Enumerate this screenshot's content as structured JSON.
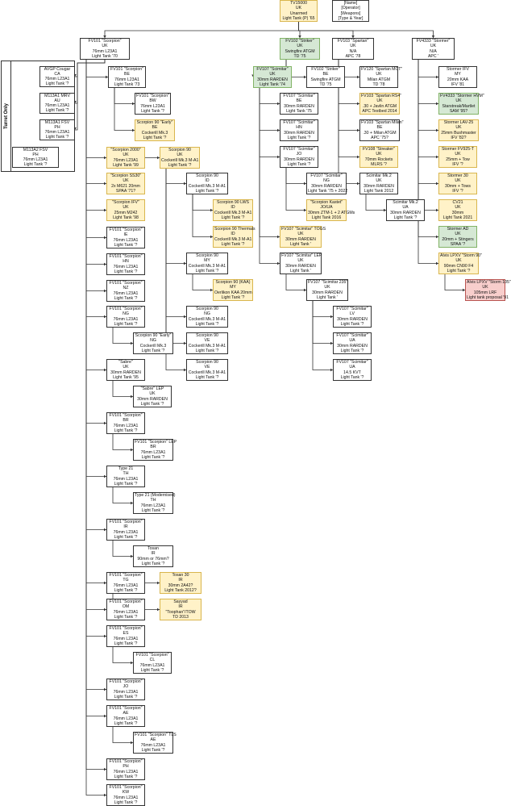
{
  "group_label": "Turret Only",
  "nodes": [
    {
      "id": "tv15000",
      "c": "y",
      "lines": [
        "TV15000",
        "UK",
        "Unarmed",
        "Light Tank (P) '65"
      ]
    },
    {
      "id": "legend",
      "c": "w",
      "lines": [
        "[Name]",
        "[Operator]",
        "[Weapons]",
        "[Type & Year]"
      ]
    },
    {
      "id": "fv101",
      "c": "w",
      "lines": [
        "FV101 \"Scorpion\"",
        "UK",
        "76mm L23A1",
        "Light Tank '70"
      ]
    },
    {
      "id": "fv102",
      "c": "g",
      "lines": [
        "FV102 \"Striker\"",
        "UK",
        "Swingfire ATGM",
        "TD '75"
      ]
    },
    {
      "id": "fv103",
      "c": "w",
      "lines": [
        "FV103 \"Spartan\"",
        "UK",
        "N/A",
        "APC '78"
      ]
    },
    {
      "id": "fv4333",
      "c": "w",
      "lines": [
        "FV4333 \"Stormer\"",
        "UK",
        "N/A",
        "APC '"
      ]
    },
    {
      "id": "avgp",
      "c": "w",
      "lines": [
        "AVGP Cougar",
        "CA",
        "76mm L23A1",
        "Light Tank '?"
      ]
    },
    {
      "id": "m113mrv",
      "c": "w",
      "lines": [
        "M113A1 MRV",
        "AU",
        "76mm L23A1",
        "Light Tank '?"
      ]
    },
    {
      "id": "m113fsv",
      "c": "w",
      "lines": [
        "M113A1 FSV",
        "PH",
        "76mm L23A1",
        "Light Tank '?"
      ]
    },
    {
      "id": "m113a2",
      "c": "w",
      "lines": [
        "M113A2 FSV",
        "PH",
        "76mm L23A1",
        "Light Tank '?"
      ]
    },
    {
      "id": "be73",
      "c": "w",
      "lines": [
        "FV101 \"Scorpion\"",
        "BE",
        "76mm L23A1",
        "Light Tank '73"
      ]
    },
    {
      "id": "bw",
      "c": "w",
      "lines": [
        "FV101 \"Scorpion\"",
        "BW",
        "76mm L23A1",
        "Light Tank '?"
      ]
    },
    {
      "id": "s90early_be",
      "c": "y",
      "lines": [
        "Scorpion 90 \"Early\"",
        "BE",
        "Cockerill Mk.3",
        "Light Tank '?"
      ]
    },
    {
      "id": "s2000",
      "c": "y",
      "lines": [
        "\"Scorpion 2000\"",
        "UK",
        "76mm L23A1",
        "Light Tank '99"
      ]
    },
    {
      "id": "s90uk",
      "c": "y",
      "lines": [
        "Scorpion 90",
        "UK",
        "Cockerill Mk.3 M-A1",
        "Light Tank '?"
      ]
    },
    {
      "id": "ss30",
      "c": "y",
      "lines": [
        "\"Scorpion SS30\"",
        "UK",
        "2x M621 20mm",
        "SPAA '71?"
      ]
    },
    {
      "id": "sifv",
      "c": "y",
      "lines": [
        "\"Scorpion IFV\"",
        "UK",
        "25mm M242",
        "Light Tank '98"
      ]
    },
    {
      "id": "ie",
      "c": "w",
      "lines": [
        "FV101 \"Scorpion\"",
        "IE",
        "76mm L23A1",
        "Light Tank '?"
      ]
    },
    {
      "id": "hn",
      "c": "w",
      "lines": [
        "FV101 \"Scorpion\"",
        "HN",
        "76mm L23A1",
        "Light Tank '?"
      ]
    },
    {
      "id": "nz",
      "c": "w",
      "lines": [
        "FV101 \"Scorpion\"",
        "NZ",
        "76mm L23A1",
        "Light Tank '?"
      ]
    },
    {
      "id": "ng",
      "c": "w",
      "lines": [
        "FV101 \"Scorpion\"",
        "NG",
        "76mm L23A1",
        "Light Tank '?"
      ]
    },
    {
      "id": "s90early_ng",
      "c": "w",
      "lines": [
        "Scorpion 90 \"Early\"",
        "NG",
        "Cockerill Mk.3",
        "Light Tank '?"
      ]
    },
    {
      "id": "sabre",
      "c": "w",
      "lines": [
        "\"Sabre\"",
        "UK",
        "30mm RARDEN",
        "Light Tank '95"
      ]
    },
    {
      "id": "sabrelep",
      "c": "w",
      "lines": [
        "\"Sabre\" LEP",
        "UK",
        "30mm RARDEN",
        "Light Tank '?"
      ]
    },
    {
      "id": "br",
      "c": "w",
      "lines": [
        "FV101 \"Scorpion\"",
        "BR",
        "76mm L23A1",
        "Light Tank '?"
      ]
    },
    {
      "id": "brlep",
      "c": "w",
      "lines": [
        "FV101 \"Scorpion\" LEP",
        "BR",
        "76mm L23A1",
        "Light Tank '?"
      ]
    },
    {
      "id": "type21",
      "c": "w",
      "lines": [
        "Type 21",
        "TH",
        "76mm L23A1",
        "Light Tank '?"
      ]
    },
    {
      "id": "type21m",
      "c": "w",
      "lines": [
        "Type 21 (Modernised)",
        "TH",
        "76mm L23A1",
        "Light Tank '?"
      ]
    },
    {
      "id": "ir",
      "c": "w",
      "lines": [
        "FV101 \"Scorpion\"",
        "IR",
        "76mm L23A1",
        "Light Tank '?"
      ]
    },
    {
      "id": "tosan",
      "c": "w",
      "lines": [
        "Tosan",
        "IR",
        "90mm or 76mm?",
        "Light Tank '?"
      ]
    },
    {
      "id": "tg",
      "c": "w",
      "lines": [
        "FV101 \"Scorpion\"",
        "TG",
        "76mm L23A1",
        "Light Tank '?"
      ]
    },
    {
      "id": "tosan30",
      "c": "y",
      "lines": [
        "Tosan 30",
        "IR",
        "30mm 2A42?",
        "Light Tank 2012?"
      ]
    },
    {
      "id": "sayyad",
      "c": "y",
      "lines": [
        "Sayyad",
        "IR",
        "\"Toophan\"/TOW",
        "TD 2013"
      ]
    },
    {
      "id": "om",
      "c": "w",
      "lines": [
        "FV101 \"Scorpion\"",
        "OM",
        "76mm L23A1",
        "Light Tank '?"
      ]
    },
    {
      "id": "es",
      "c": "w",
      "lines": [
        "FV101 \"Scorpion\"",
        "ES",
        "76mm L23A1",
        "Light Tank '?"
      ]
    },
    {
      "id": "cl",
      "c": "w",
      "lines": [
        "FV101 \"Scorpion\"",
        "CL",
        "76mm L23A1",
        "Light Tank '?"
      ]
    },
    {
      "id": "jo",
      "c": "w",
      "lines": [
        "FV101 \"Scorpion\"",
        "JO",
        "76mm L23A1",
        "Light Tank '?"
      ]
    },
    {
      "id": "ae",
      "c": "w",
      "lines": [
        "FV101 \"Scorpion\"",
        "AE",
        "76mm L23A1",
        "Light Tank '?"
      ]
    },
    {
      "id": "aetls",
      "c": "w",
      "lines": [
        "FV101 \"Scorpion\" TLS",
        "AE",
        "76mm L23A1",
        "Light Tank '?"
      ]
    },
    {
      "id": "ph",
      "c": "w",
      "lines": [
        "FV101 \"Scorpion\"",
        "PH",
        "76mm L23A1",
        "Light Tank '?"
      ]
    },
    {
      "id": "kw",
      "c": "w",
      "lines": [
        "FV101 \"Scorpion\"",
        "KW",
        "76mm L23A1",
        "Light Tank '?"
      ]
    },
    {
      "id": "s90id",
      "c": "w",
      "lines": [
        "Scorpion 90",
        "ID",
        "Cockerill Mk.3 M-A1",
        "Light Tank '?"
      ]
    },
    {
      "id": "s90lws",
      "c": "y",
      "lines": [
        "Scorpion 90 LWS",
        "ID",
        "Cockerill Mk.3 M-A1",
        "Light Tank '?"
      ]
    },
    {
      "id": "s90therm",
      "c": "y",
      "lines": [
        "Scorpion 90 Thermals",
        "ID",
        "Cockerill Mk.3 M-A1",
        "Light Tank '?"
      ]
    },
    {
      "id": "s90my",
      "c": "w",
      "lines": [
        "Scorpion 90",
        "MY",
        "Cockerill Mk.3 M-A1",
        "Light Tank '?"
      ]
    },
    {
      "id": "s90kaa",
      "c": "y",
      "lines": [
        "Scorpion 90 (KAA)",
        "MY",
        "Oerlikon KAA 20mm",
        "Light Tank '?"
      ]
    },
    {
      "id": "s90ng",
      "c": "w",
      "lines": [
        "Scorpion 90",
        "NG",
        "Cockerill Mk.3 M-A1",
        "Light Tank '?"
      ]
    },
    {
      "id": "s90ve1",
      "c": "w",
      "lines": [
        "Scorpion 90",
        "VE",
        "Cockerill Mk.3 M-A1",
        "Light Tank '?"
      ]
    },
    {
      "id": "s90ve2",
      "c": "w",
      "lines": [
        "Scorpion 90",
        "VE",
        "Cockerill Mk.3 M-A1",
        "Light Tank '?"
      ]
    },
    {
      "id": "fv107uk",
      "c": "g",
      "lines": [
        "FV107 \"Scimitar\"",
        "UK",
        "30mm RARDEN",
        "Light Tank '74"
      ]
    },
    {
      "id": "str_be",
      "c": "w",
      "lines": [
        "FV102 \"Striker\"",
        "BE",
        "Swingfire ATGM",
        "TD '75"
      ]
    },
    {
      "id": "sc_be",
      "c": "w",
      "lines": [
        "FV107 \"Scimitar\"",
        "BE",
        "30mm RARDEN",
        "Light Tank '75"
      ]
    },
    {
      "id": "sc_hn",
      "c": "w",
      "lines": [
        "FV107 \"Scimitar\"",
        "HN",
        "30mm RARDEN",
        "Light Tank '?"
      ]
    },
    {
      "id": "sc_jo",
      "c": "w",
      "lines": [
        "FV107 \"Scimitar\"",
        "JO",
        "30mm RARDEN",
        "Light Tank '?"
      ]
    },
    {
      "id": "sc_ng",
      "c": "w",
      "lines": [
        "FV107 \"Scimitar\"",
        "NG",
        "30mm RARDEN",
        "Light Tank '75 + 2022"
      ]
    },
    {
      "id": "kastet",
      "c": "y",
      "lines": [
        "\"Scorpion Kastet\"",
        "JO/UA",
        "30mm ZTM-1 + 2 ATGMs",
        "Light Tank 2016"
      ]
    },
    {
      "id": "togs",
      "c": "y",
      "lines": [
        "FV107 \"Scimitar\" TOGS",
        "UK",
        "30mm RARDEN",
        "Light Tank '"
      ]
    },
    {
      "id": "sc_lep",
      "c": "w",
      "lines": [
        "FV107 \"Scimitar\" LEP",
        "UK",
        "30mm RARDEN",
        "Light Tank '"
      ]
    },
    {
      "id": "sc235",
      "c": "w",
      "lines": [
        "FV107 \"Scimitar 235\"",
        "UK",
        "30mm RARDEN",
        "Light Tank '"
      ]
    },
    {
      "id": "sc_lv",
      "c": "w",
      "lines": [
        "FV107 \"Scimitar\"",
        "LV",
        "30mm RARDEN",
        "Light Tank '?"
      ]
    },
    {
      "id": "sc_ua1",
      "c": "w",
      "lines": [
        "FV107 \"Scimitar\"",
        "UA",
        "30mm RARDEN",
        "Light Tank '?"
      ]
    },
    {
      "id": "sc_ua2",
      "c": "w",
      "lines": [
        "FV107 \"Scimitar\"",
        "UA",
        "14.5 KVT",
        "Light Tank '?"
      ]
    },
    {
      "id": "fv120",
      "c": "w",
      "lines": [
        "FV120 \"Spartan MCT\"",
        "UK",
        "Milan ATGM",
        "TD '78"
      ]
    },
    {
      "id": "rs4",
      "c": "y",
      "lines": [
        "FV103 \"Spartan RS4\"",
        "UK",
        ".30 + Javlin ATGM",
        "APC Testbed 2014"
      ]
    },
    {
      "id": "spmilan",
      "c": "w",
      "lines": [
        "FV103 \"Spartan Milan\"",
        "BE",
        ".30 + Milan ATGM",
        "APC '75?"
      ]
    },
    {
      "id": "streaker",
      "c": "y",
      "lines": [
        "FV108 \"Streaker\"",
        "UK",
        "70mm Rockets",
        "MLRS '?"
      ]
    },
    {
      "id": "scmk2uk",
      "c": "w",
      "lines": [
        "Scimitar Mk.2",
        "UK",
        "30mm RARDEN",
        "Light Tank 2012"
      ]
    },
    {
      "id": "scmk2ua",
      "c": "w",
      "lines": [
        "Scimitar Mk.2",
        "UA",
        "30mm RARDEN",
        "Light Tank '?"
      ]
    },
    {
      "id": "stifv",
      "c": "w",
      "lines": [
        "Stormer IFV",
        "MY",
        "20mm KAA",
        "IFV '81"
      ]
    },
    {
      "id": "sthvm",
      "c": "g",
      "lines": [
        "FV4333 \"Stormer HVM\"",
        "UK",
        "Starstreak/Martlet",
        "SAM '95?"
      ]
    },
    {
      "id": "stlav",
      "c": "y",
      "lines": [
        "Stormer LAV-25",
        "UK",
        "25mm Bushmaster",
        "IFV '82?"
      ]
    },
    {
      "id": "stfv925",
      "c": "y",
      "lines": [
        "Stormer FV925-T",
        "UK",
        "25mm + Tow",
        "IFV '?"
      ]
    },
    {
      "id": "st30",
      "c": "y",
      "lines": [
        "Stormer 30",
        "UK",
        "30mm + Tows",
        "IFV '?"
      ]
    },
    {
      "id": "cv21",
      "c": "y",
      "lines": [
        "CV21",
        "UK",
        "30mm",
        "Light Tank 2021"
      ]
    },
    {
      "id": "stad",
      "c": "g",
      "lines": [
        "Stormer AD",
        "UK",
        "20mm + Stingers",
        "SPAA '?"
      ]
    },
    {
      "id": "storm90",
      "c": "y",
      "lines": [
        "Alvis LPXV \"Storm 90\"",
        "UK",
        "90mm CN90 F4",
        "Light Tank '?"
      ]
    },
    {
      "id": "storm105",
      "c": "r",
      "lines": [
        "Alvis LPXV \"Storm 105\"",
        "UK",
        "105mm LRF",
        "Light tank proposal '91"
      ]
    }
  ]
}
